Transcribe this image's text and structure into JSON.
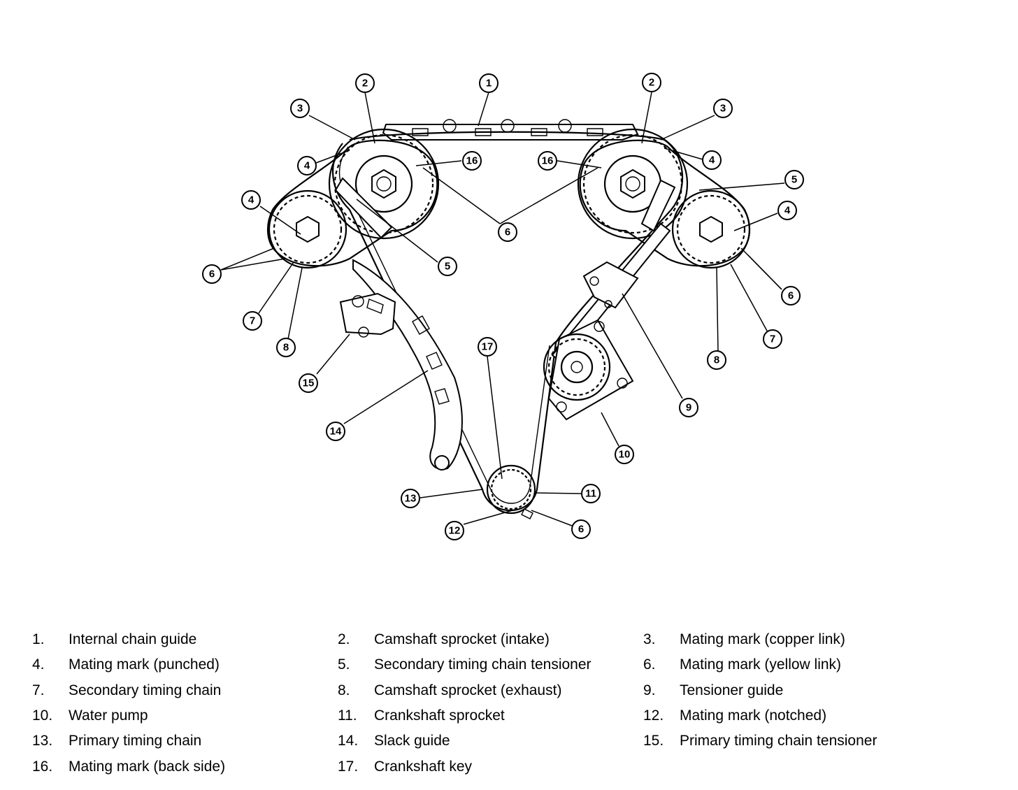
{
  "callouts": [
    {
      "id": "c1",
      "text": "1"
    },
    {
      "id": "c2a",
      "text": "2"
    },
    {
      "id": "c2b",
      "text": "2"
    },
    {
      "id": "c3a",
      "text": "3"
    },
    {
      "id": "c3b",
      "text": "3"
    },
    {
      "id": "c4a",
      "text": "4"
    },
    {
      "id": "c4b",
      "text": "4"
    },
    {
      "id": "c4c",
      "text": "4"
    },
    {
      "id": "c4d",
      "text": "4"
    },
    {
      "id": "c5a",
      "text": "5"
    },
    {
      "id": "c5b",
      "text": "5"
    },
    {
      "id": "c6a",
      "text": "6"
    },
    {
      "id": "c6b",
      "text": "6"
    },
    {
      "id": "c6c",
      "text": "6"
    },
    {
      "id": "c6d",
      "text": "6"
    },
    {
      "id": "c7a",
      "text": "7"
    },
    {
      "id": "c7b",
      "text": "7"
    },
    {
      "id": "c8a",
      "text": "8"
    },
    {
      "id": "c8b",
      "text": "8"
    },
    {
      "id": "c9",
      "text": "9"
    },
    {
      "id": "c10",
      "text": "10"
    },
    {
      "id": "c11",
      "text": "11"
    },
    {
      "id": "c12",
      "text": "12"
    },
    {
      "id": "c13",
      "text": "13"
    },
    {
      "id": "c14",
      "text": "14"
    },
    {
      "id": "c15",
      "text": "15"
    },
    {
      "id": "c16a",
      "text": "16"
    },
    {
      "id": "c16b",
      "text": "16"
    },
    {
      "id": "c17",
      "text": "17"
    }
  ],
  "legend": [
    {
      "num": "1.",
      "label": "Internal chain guide"
    },
    {
      "num": "2.",
      "label": "Camshaft sprocket (intake)"
    },
    {
      "num": "3.",
      "label": "Mating mark (copper link)"
    },
    {
      "num": "4.",
      "label": "Mating mark (punched)"
    },
    {
      "num": "5.",
      "label": "Secondary timing chain tensioner"
    },
    {
      "num": "6.",
      "label": "Mating mark (yellow link)"
    },
    {
      "num": "7.",
      "label": "Secondary timing chain"
    },
    {
      "num": "8.",
      "label": "Camshaft sprocket (exhaust)"
    },
    {
      "num": "9.",
      "label": "Tensioner guide"
    },
    {
      "num": "10.",
      "label": "Water pump"
    },
    {
      "num": "11.",
      "label": "Crankshaft sprocket"
    },
    {
      "num": "12.",
      "label": "Mating mark (notched)"
    },
    {
      "num": "13.",
      "label": "Primary timing chain"
    },
    {
      "num": "14.",
      "label": "Slack guide"
    },
    {
      "num": "15.",
      "label": "Primary timing chain tensioner"
    },
    {
      "num": "16.",
      "label": "Mating mark (back side)"
    },
    {
      "num": "17.",
      "label": "Crankshaft key"
    }
  ]
}
